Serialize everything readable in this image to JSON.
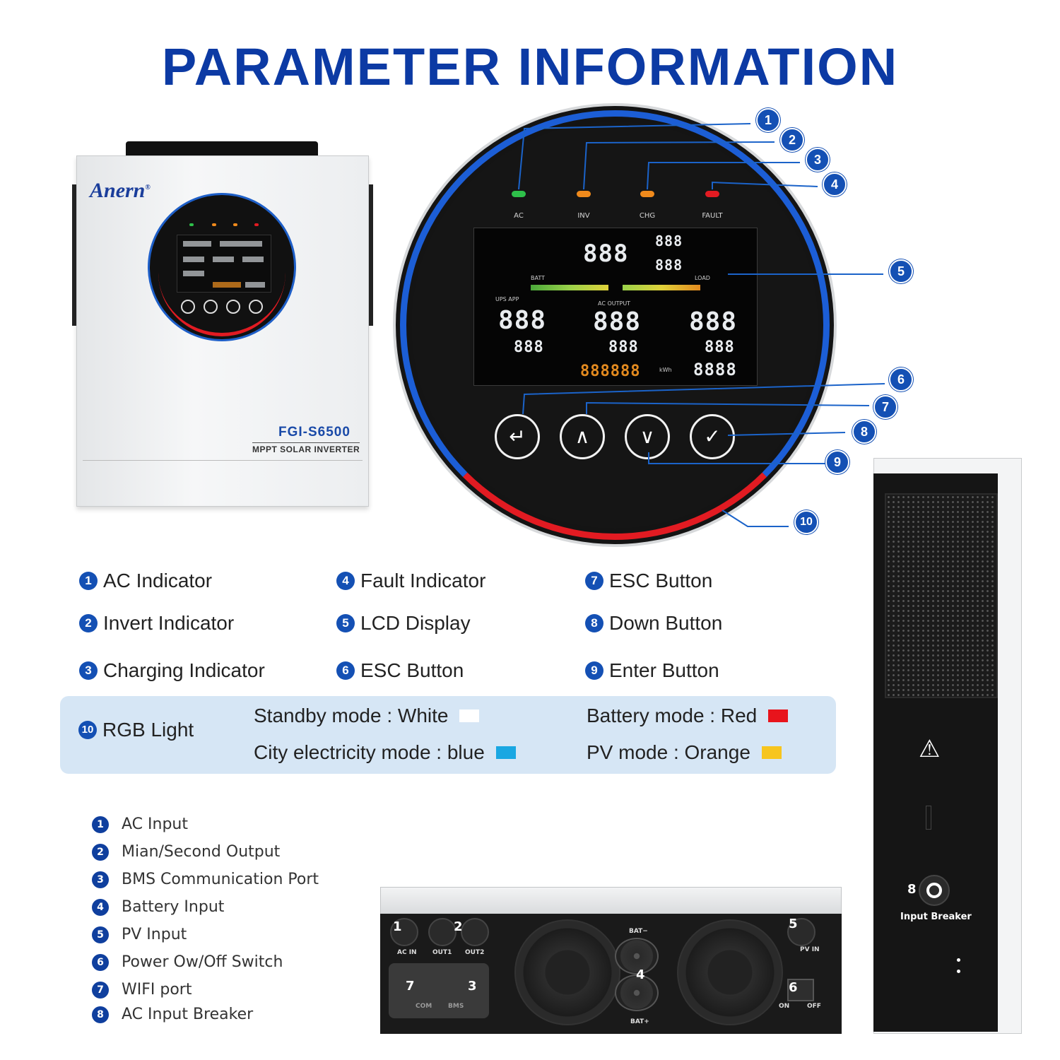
{
  "title": "PARAMETER INFORMATION",
  "inverter": {
    "brand": "Anern",
    "brand_mark": "®",
    "model": "FGI-S6500",
    "subtitle": "MPPT SOLAR INVERTER"
  },
  "panel": {
    "leds": [
      {
        "label": "AC",
        "color": "#2ec04a"
      },
      {
        "label": "INV",
        "color": "#f08a1c"
      },
      {
        "label": "CHG",
        "color": "#f08a1c"
      },
      {
        "label": "FAULT",
        "color": "#e21b22"
      }
    ],
    "lcd": {
      "ac_output": "AC OUTPUT",
      "ups_app": "UPS APP",
      "batt": "BATT",
      "load": "LOAD",
      "digits_888": "888",
      "digits_8888": "8888",
      "digits_orange": "888888",
      "kwh": "kWh"
    },
    "callouts": [
      "1",
      "2",
      "3",
      "4",
      "5",
      "6",
      "7",
      "8",
      "9",
      "10"
    ]
  },
  "legend": [
    {
      "num": "1",
      "label": "AC Indicator"
    },
    {
      "num": "2",
      "label": "Invert Indicator"
    },
    {
      "num": "3",
      "label": "Charging Indicator"
    },
    {
      "num": "4",
      "label": "Fault Indicator"
    },
    {
      "num": "5",
      "label": "LCD Display"
    },
    {
      "num": "6",
      "label": "ESC Button"
    },
    {
      "num": "7",
      "label": "ESC Button"
    },
    {
      "num": "8",
      "label": "Down Button"
    },
    {
      "num": "9",
      "label": "Enter Button"
    }
  ],
  "rgb": {
    "num": "10",
    "label": "RGB Light",
    "modes": [
      {
        "text": "Standby mode : White",
        "color": "#ffffff"
      },
      {
        "text": "City electricity mode : blue",
        "color": "#1aa7e2"
      },
      {
        "text": "Battery mode : Red",
        "color": "#e8141c"
      },
      {
        "text": "PV mode : Orange",
        "color": "#f7c51e"
      }
    ]
  },
  "ports": [
    {
      "num": "1",
      "label": "AC Input"
    },
    {
      "num": "2",
      "label": "Mian/Second Output"
    },
    {
      "num": "3",
      "label": "BMS Communication Port"
    },
    {
      "num": "4",
      "label": "Battery Input"
    },
    {
      "num": "5",
      "label": "PV Input"
    },
    {
      "num": "6",
      "label": "Power Ow/Off Switch"
    },
    {
      "num": "7",
      "label": "WIFI port"
    },
    {
      "num": "8",
      "label": "AC Input Breaker"
    }
  ],
  "bottom": {
    "ac_in": "AC IN",
    "out1": "OUT1",
    "out2": "OUT2",
    "bat_minus": "BAT−",
    "bat_plus": "BAT+",
    "pv_in": "PV IN",
    "com": "COM",
    "bms": "BMS",
    "on": "ON",
    "off": "OFF",
    "nums": [
      "1",
      "2",
      "3",
      "4",
      "5",
      "6",
      "7"
    ]
  },
  "side": {
    "num": "8",
    "breaker_label": "Input Breaker"
  }
}
